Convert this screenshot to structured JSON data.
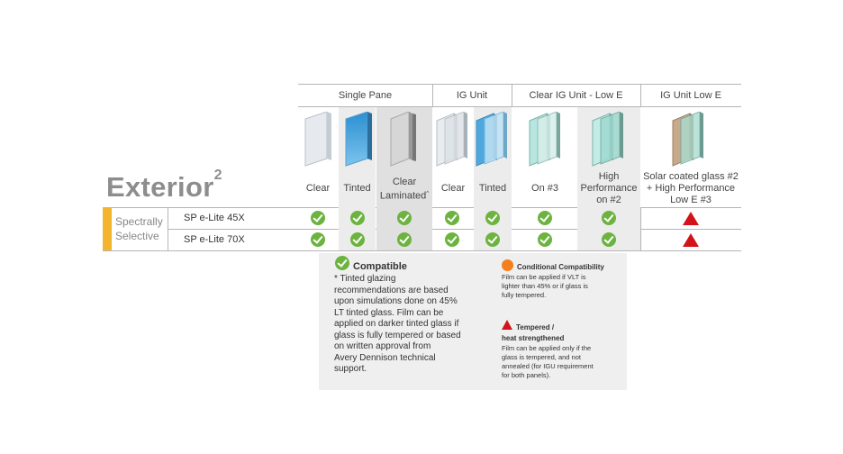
{
  "title": {
    "main": "Exterior",
    "superscript": "2"
  },
  "groups": [
    {
      "label": "Single Pane"
    },
    {
      "label": "IG Unit"
    },
    {
      "label": "Clear IG Unit - Low E"
    },
    {
      "label": "IG Unit Low E"
    }
  ],
  "columns": [
    {
      "label": "Clear",
      "icon": "single-clear-glass-icon"
    },
    {
      "label": "Tinted",
      "icon": "single-tinted-glass-icon"
    },
    {
      "label": "Clear",
      "label2": "Laminated",
      "sup": "^",
      "icon": "single-laminated-glass-icon"
    },
    {
      "label": "Clear",
      "icon": "ig-clear-glass-icon"
    },
    {
      "label": "Tinted",
      "icon": "ig-tinted-glass-icon"
    },
    {
      "label": "On #3",
      "icon": "lowe-on3-glass-icon"
    },
    {
      "label": "High",
      "label2": "Performance",
      "label3": "on #2",
      "icon": "lowe-high-performance-glass-icon"
    },
    {
      "label": "Solar coated glass #2",
      "label2": "+ High Performance",
      "label3": "Low E #3",
      "icon": "solar-coated-glass-icon"
    }
  ],
  "category": {
    "line1": "Spectrally",
    "line2": "Selective",
    "color": "#f3b52d"
  },
  "rows": [
    {
      "product": "SP e-Lite 45X",
      "marks": [
        "check",
        "check",
        "check",
        "check",
        "check",
        "check",
        "check",
        "triangle"
      ]
    },
    {
      "product": "SP e-Lite 70X",
      "marks": [
        "check",
        "check",
        "check",
        "check",
        "check",
        "check",
        "check",
        "triangle"
      ]
    }
  ],
  "legend": {
    "compatible": {
      "title": "Compatible",
      "lines": [
        "* Tinted glazing",
        "recommendations are based",
        "upon simulations done on 45%",
        "LT tinted glass. Film can be",
        "applied on darker tinted glass if",
        "glass is fully tempered or based",
        "on written approval from",
        "Avery Dennison technical",
        "support."
      ]
    },
    "conditional": {
      "title": "Conditional Compatibility",
      "lines": [
        "Film can be applied if VLT is",
        "lighter than 45% or if glass is",
        "fully tempered."
      ]
    },
    "tempered": {
      "title1": "Tempered /",
      "title2": "heat strengthened",
      "lines": [
        "Film can be applied only if the",
        "glass is tempered, and not",
        "annealed (for IGU requirement",
        "for both panels)."
      ]
    }
  },
  "colors": {
    "check": "#6cb33f",
    "triangle": "#d3131a",
    "conditional": "#f47f1f",
    "accent": "#f3b52d"
  }
}
